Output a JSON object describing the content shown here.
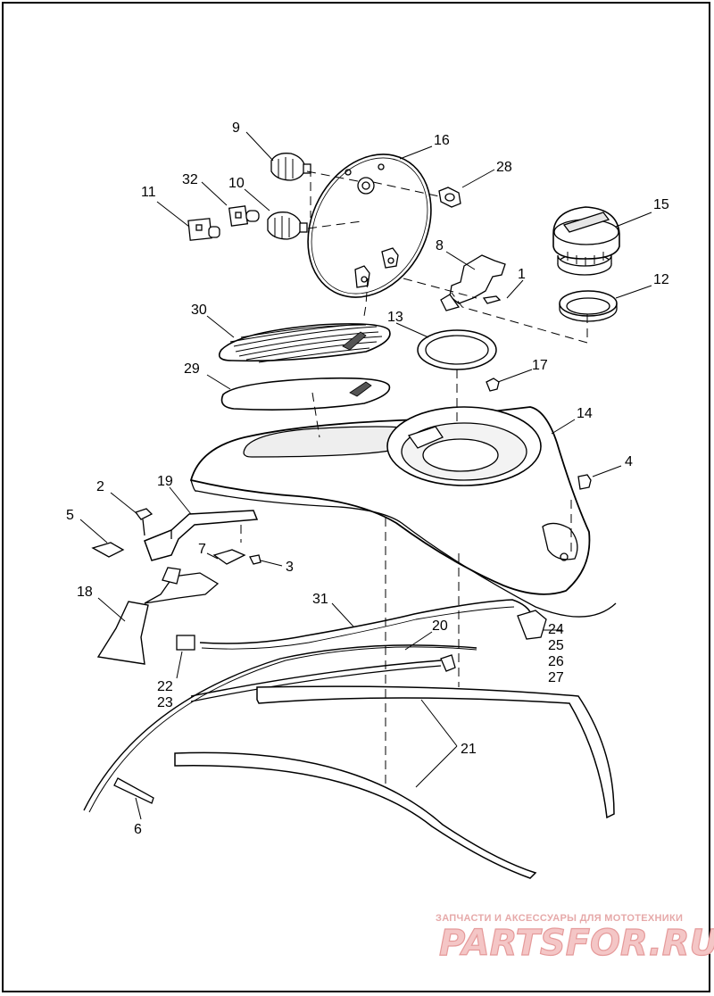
{
  "callouts": {
    "c1": "1",
    "c2": "2",
    "c3": "3",
    "c4": "4",
    "c5": "5",
    "c6": "6",
    "c7": "7",
    "c8": "8",
    "c9": "9",
    "c10": "10",
    "c11": "11",
    "c12": "12",
    "c13": "13",
    "c14": "14",
    "c15": "15",
    "c16": "16",
    "c17": "17",
    "c18": "18",
    "c19": "19",
    "c20": "20",
    "c21": "21",
    "c22": "22",
    "c23": "23",
    "c24": "24",
    "c25": "25",
    "c26": "26",
    "c27": "27",
    "c28": "28",
    "c29": "29",
    "c30": "30",
    "c31": "31",
    "c32": "32"
  },
  "watermark": {
    "tagline": "ЗАПЧАСТИ И АКСЕССУАРЫ ДЛЯ МОТОТЕХНИКИ",
    "logo": "PARTSFOR.RU"
  },
  "colors": {
    "line": "#000000",
    "part_fill": "#ffffff",
    "shade": "#d9d9d9",
    "watermark": "#e59a9a"
  }
}
